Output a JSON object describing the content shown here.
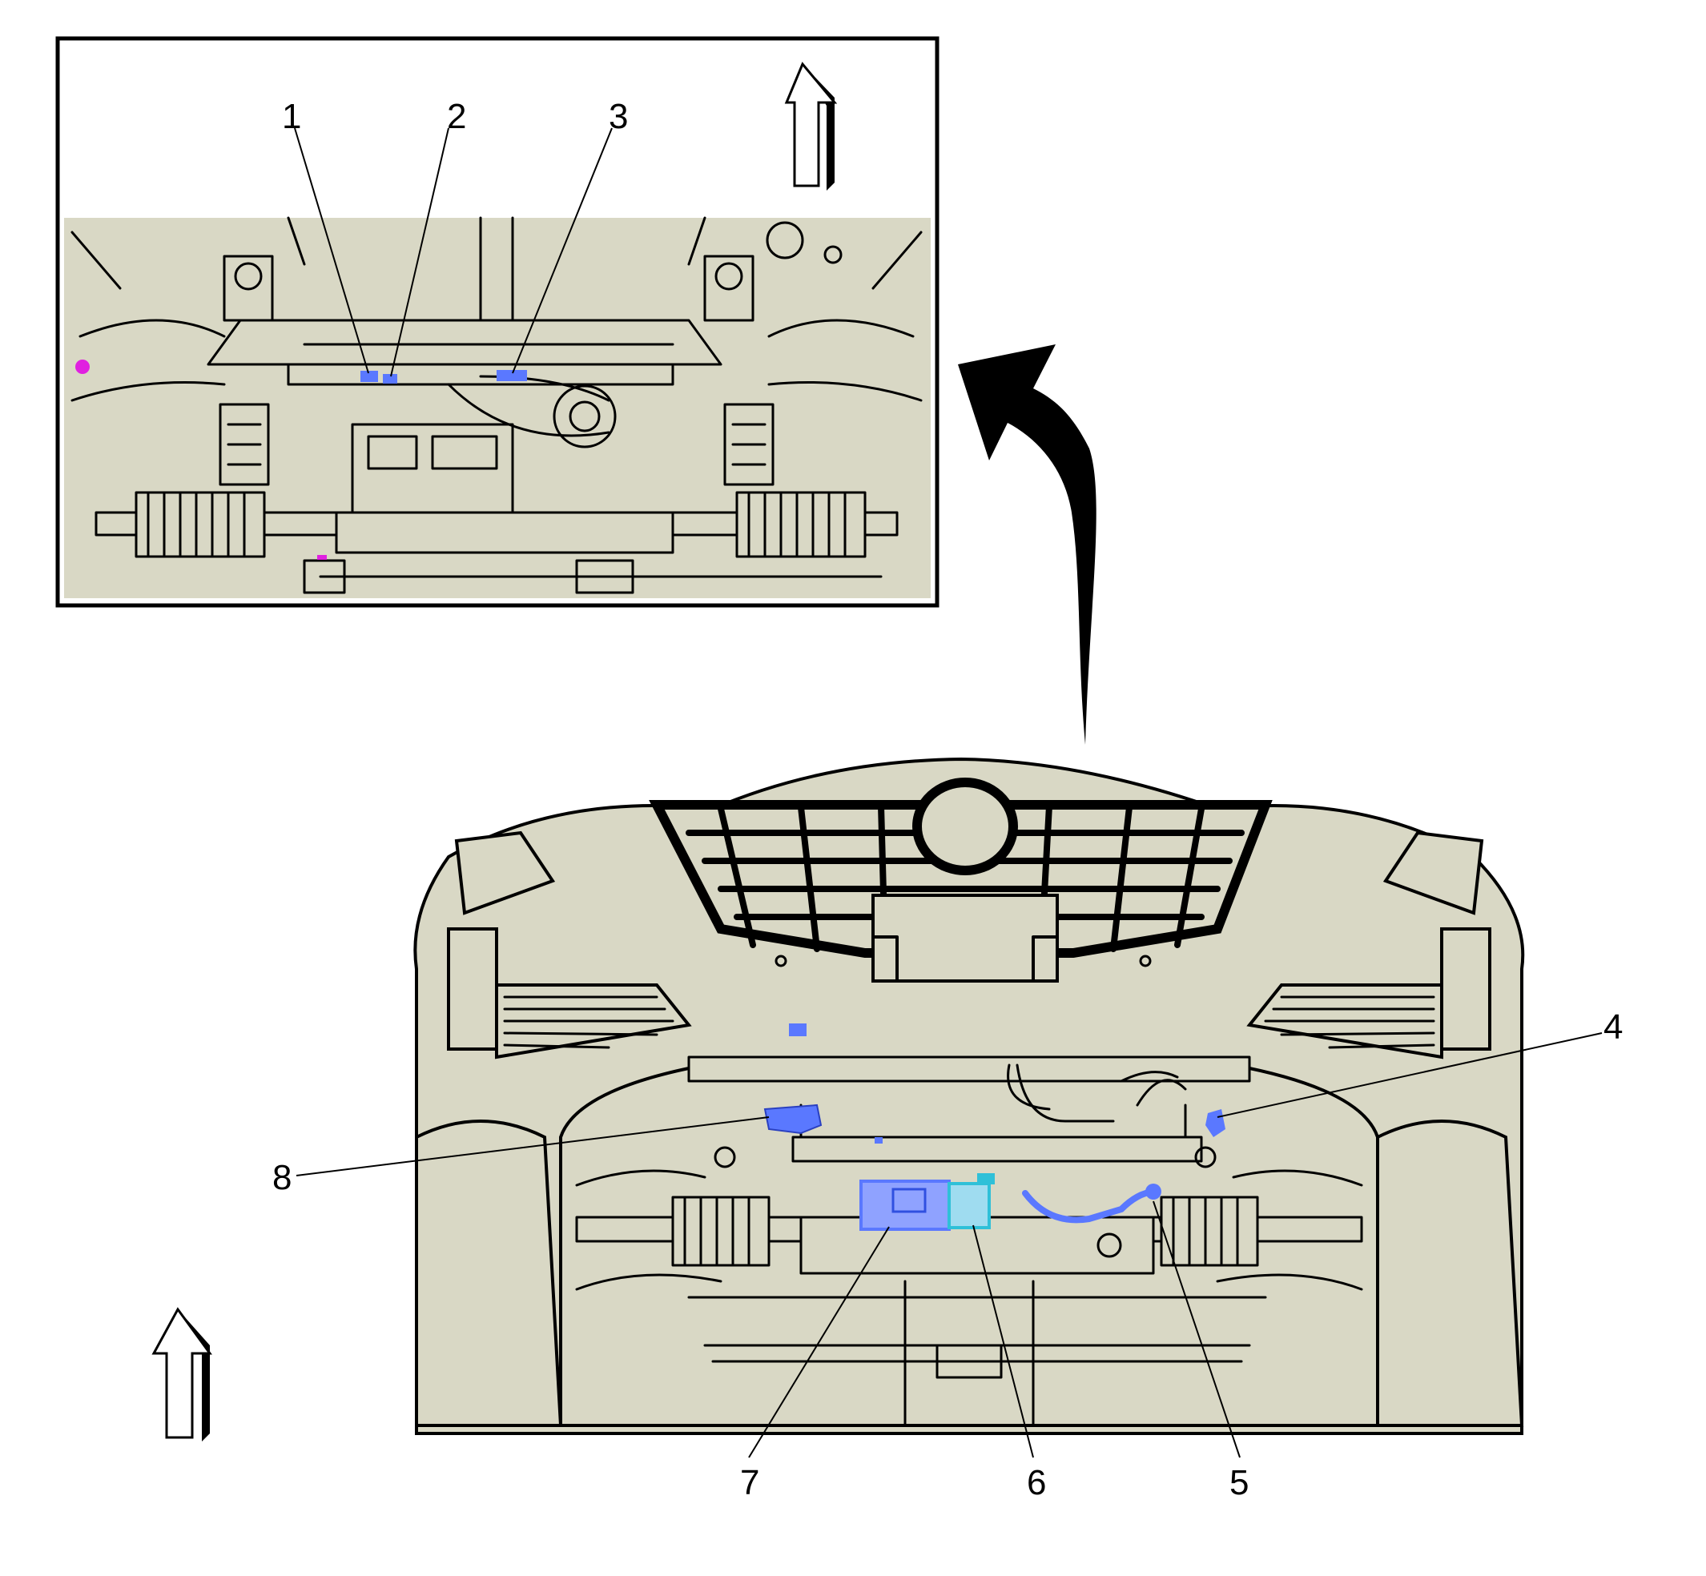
{
  "diagram": {
    "callouts": [
      "1",
      "2",
      "3",
      "4",
      "5",
      "6",
      "7",
      "8"
    ],
    "colors": {
      "body_fill": "#d9d8c5",
      "highlight_blue": "#5a78ff",
      "highlight_cyan": "#2fc0d8",
      "highlight_magenta": "#e020e0",
      "line": "#000000"
    }
  }
}
